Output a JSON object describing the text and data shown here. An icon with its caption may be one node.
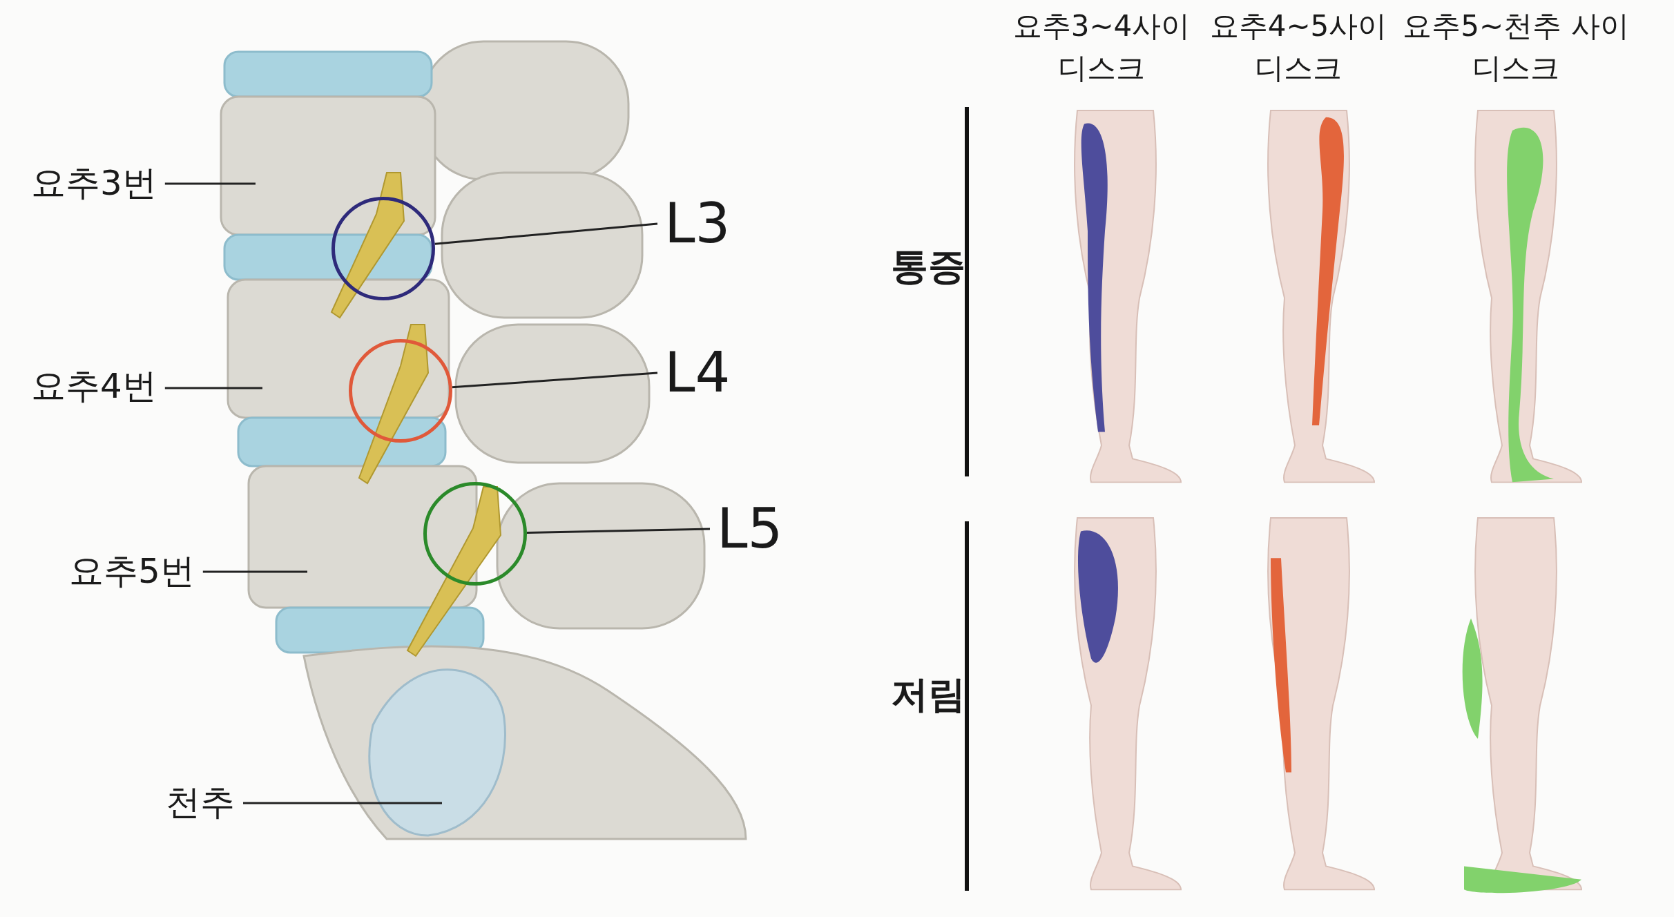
{
  "diagram": {
    "nodes": [
      {
        "text": [
          "요추3번"
        ]
      },
      {
        "text": [
          "요추4번"
        ]
      },
      {
        "text": [
          "요추5번"
        ]
      },
      {
        "text": [
          "천추"
        ]
      },
      {
        "text": [
          "L3"
        ]
      },
      {
        "text": [
          "L4"
        ]
      },
      {
        "text": [
          "L5"
        ]
      },
      {
        "text": [],
        "shape": "circle"
      },
      {
        "text": [],
        "shape": "circle"
      },
      {
        "text": [],
        "shape": "circle"
      }
    ],
    "edges": [
      {
        "from": 0,
        "to": null,
        "arrow": "none"
      },
      {
        "from": 1,
        "to": null,
        "arrow": "none"
      },
      {
        "from": 2,
        "to": null,
        "arrow": "none"
      },
      {
        "from": 3,
        "to": null,
        "arrow": "none"
      },
      {
        "from": 4,
        "to": 7,
        "arrow": "none"
      },
      {
        "from": 5,
        "to": 8,
        "arrow": "none"
      },
      {
        "from": 6,
        "to": 9,
        "arrow": "none"
      }
    ],
    "labels": [
      "요추3~4사이 디스크",
      "요추4~5사이 디스크",
      "요추5~천추 사이 디스크",
      "통증",
      "저림"
    ]
  }
}
